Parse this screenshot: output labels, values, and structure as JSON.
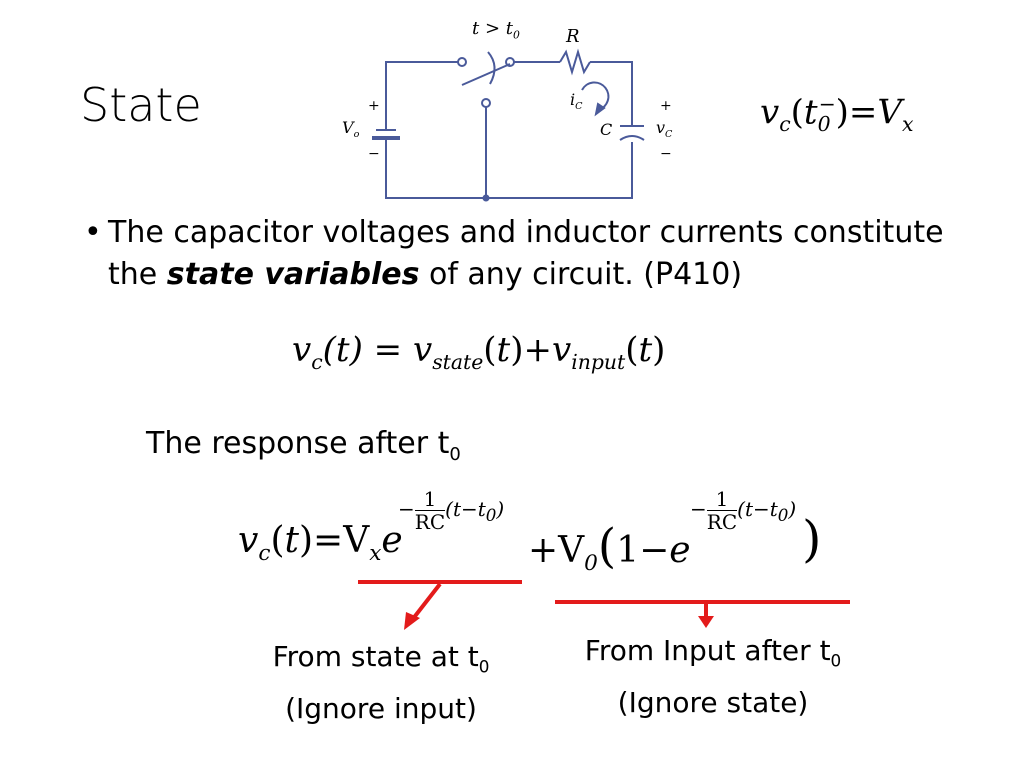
{
  "slide": {
    "title": "State",
    "circuit": {
      "switch_label": "t > t",
      "switch_label_sub": "0",
      "resistor_label": "R",
      "current_label": "i",
      "current_label_sub": "C",
      "capacitor_label": "C",
      "source_label": "V",
      "source_label_sub": "o",
      "cap_voltage_label": "v",
      "cap_voltage_label_sub": "C",
      "plus_sign": "+",
      "minus_sign": "−"
    },
    "eq_top": {
      "lhs": "v",
      "lhs_sub": "c",
      "arg": "t",
      "arg_sub": "0",
      "arg_sup": "−",
      "eq": "=",
      "rhs": "V",
      "rhs_sub": "x"
    },
    "bullet": {
      "marker": "•",
      "text_before": "The capacitor voltages and inductor currents constitute the ",
      "emphasis": "state variables",
      "text_after": " of any circuit. (P410)"
    },
    "eq_mid": {
      "lhs": "v",
      "lhs_sub": "c",
      "arg": "(t)",
      "eq": "=",
      "term1": "v",
      "term1_sub": "state",
      "term1_arg": "t",
      "plus": "+",
      "term2": "v",
      "term2_sub": "input",
      "term2_arg": "t"
    },
    "response": {
      "text": "The response after t",
      "text_sub": "0"
    },
    "eq_main": {
      "lhs": "v",
      "lhs_sub": "c",
      "arg": "t",
      "eq": "=",
      "coef1": "V",
      "coef1_sub": "x",
      "e": "e",
      "exp_sign": "−",
      "exp_num": "1",
      "exp_den": "RC",
      "exp_arg": "(t−t",
      "exp_arg_sub": "0",
      "exp_close": ")",
      "plus": "+",
      "coef2": "V",
      "coef2_sub": "0",
      "one_minus": "1−"
    },
    "annot_left": {
      "line1": "From state at t",
      "line1_sub": "0",
      "line2": "(Ignore input)"
    },
    "annot_right": {
      "line1": "From Input after t",
      "line1_sub": "0",
      "line2": "(Ignore state)"
    },
    "colors": {
      "circuit": "#4a5a9a",
      "annotation": "#e31b1b",
      "text": "#000000"
    }
  }
}
